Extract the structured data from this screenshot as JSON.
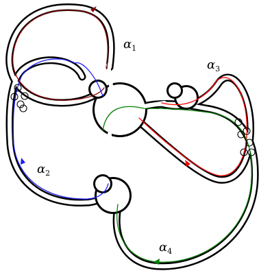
{
  "labels": {
    "alpha1": {
      "symbol": "α",
      "subscript": "1"
    },
    "alpha2": {
      "symbol": "α",
      "subscript": "2"
    },
    "alpha3": {
      "symbol": "α",
      "subscript": "3"
    },
    "alpha4": {
      "symbol": "α",
      "subscript": "4"
    }
  },
  "colors": {
    "alpha1": "#8b0000",
    "alpha2": "#1a1aff",
    "alpha3": "#ff0000",
    "alpha4": "#008000",
    "band": "#000000"
  }
}
